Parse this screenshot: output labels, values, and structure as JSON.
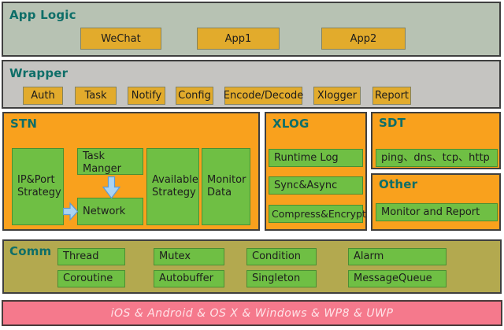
{
  "colors": {
    "title_teal": "#0e6e68",
    "orange_section_bg": "#f9a11d",
    "gold_box_fill": "#e2ab2c",
    "green_box_fill": "#6fbf44",
    "green_box_border": "#4a8f33",
    "app_logic_bg": "#b7c2b3",
    "wrapper_bg": "#c5c4c1",
    "comm_bg": "#b3a94f",
    "platform_bar_bg": "#f5798c",
    "arrow_fill": "#a9d3f2",
    "arrow_stroke": "#5b9bd5"
  },
  "app_logic": {
    "title": "App Logic",
    "boxes": [
      "WeChat",
      "App1",
      "App2"
    ]
  },
  "wrapper": {
    "title": "Wrapper",
    "boxes": [
      "Auth",
      "Task",
      "Notify",
      "Config",
      "Encode/Decode",
      "Xlogger",
      "Report"
    ]
  },
  "stn": {
    "title": "STN",
    "ip_port_strategy": "IP&Port Strategy",
    "task_manager": "Task Manger",
    "network": "Network",
    "available_strategy": "Available Strategy",
    "monitor_data": "Monitor Data"
  },
  "xlog": {
    "title": "XLOG",
    "boxes": [
      "Runtime Log",
      "Sync&Async",
      "Compress&Encrypt"
    ]
  },
  "sdt": {
    "title": "SDT",
    "box": "ping、dns、tcp、http"
  },
  "other": {
    "title": "Other",
    "box": "Monitor and Report"
  },
  "comm": {
    "title": "Comm",
    "row1": [
      "Thread",
      "Mutex",
      "Condition",
      "Alarm"
    ],
    "row2": [
      "Coroutine",
      "Autobuffer",
      "Singleton",
      "MessageQueue"
    ]
  },
  "platform_bar": {
    "label": "iOS & Android & OS X & Windows & WP8 & UWP"
  }
}
